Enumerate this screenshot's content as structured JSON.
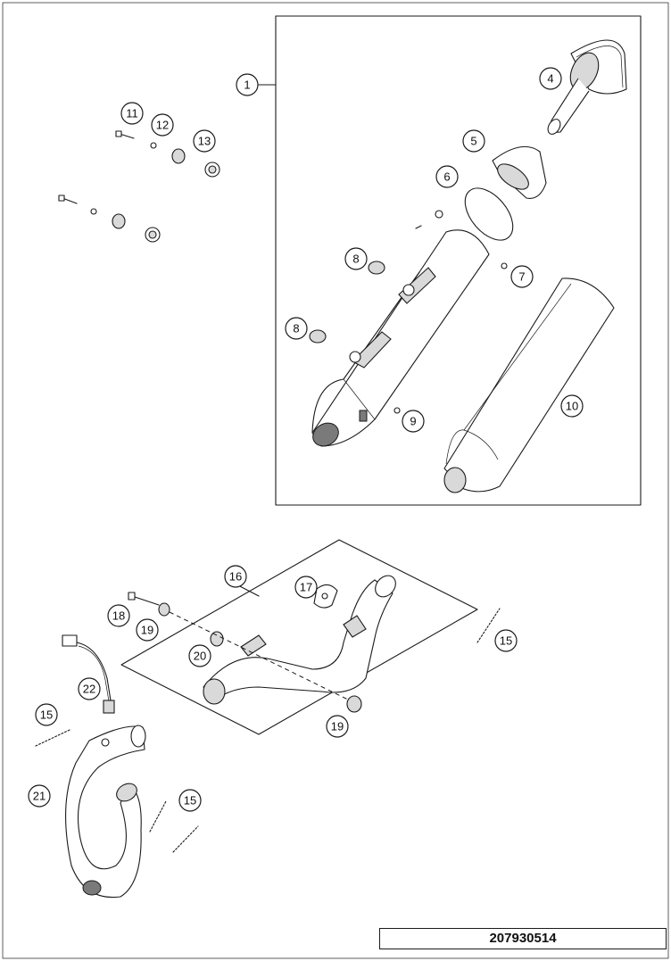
{
  "diagram": {
    "callouts": [
      {
        "label": "1"
      },
      {
        "label": "4"
      },
      {
        "label": "5"
      },
      {
        "label": "6"
      },
      {
        "label": "7"
      },
      {
        "label": "8"
      },
      {
        "label": "8"
      },
      {
        "label": "9"
      },
      {
        "label": "10"
      },
      {
        "label": "11"
      },
      {
        "label": "12"
      },
      {
        "label": "13"
      },
      {
        "label": "15"
      },
      {
        "label": "15"
      },
      {
        "label": "15"
      },
      {
        "label": "16"
      },
      {
        "label": "17"
      },
      {
        "label": "18"
      },
      {
        "label": "19"
      },
      {
        "label": "19"
      },
      {
        "label": "20"
      },
      {
        "label": "21"
      },
      {
        "label": "22"
      }
    ]
  },
  "footer": {
    "document_number": "207930514"
  }
}
